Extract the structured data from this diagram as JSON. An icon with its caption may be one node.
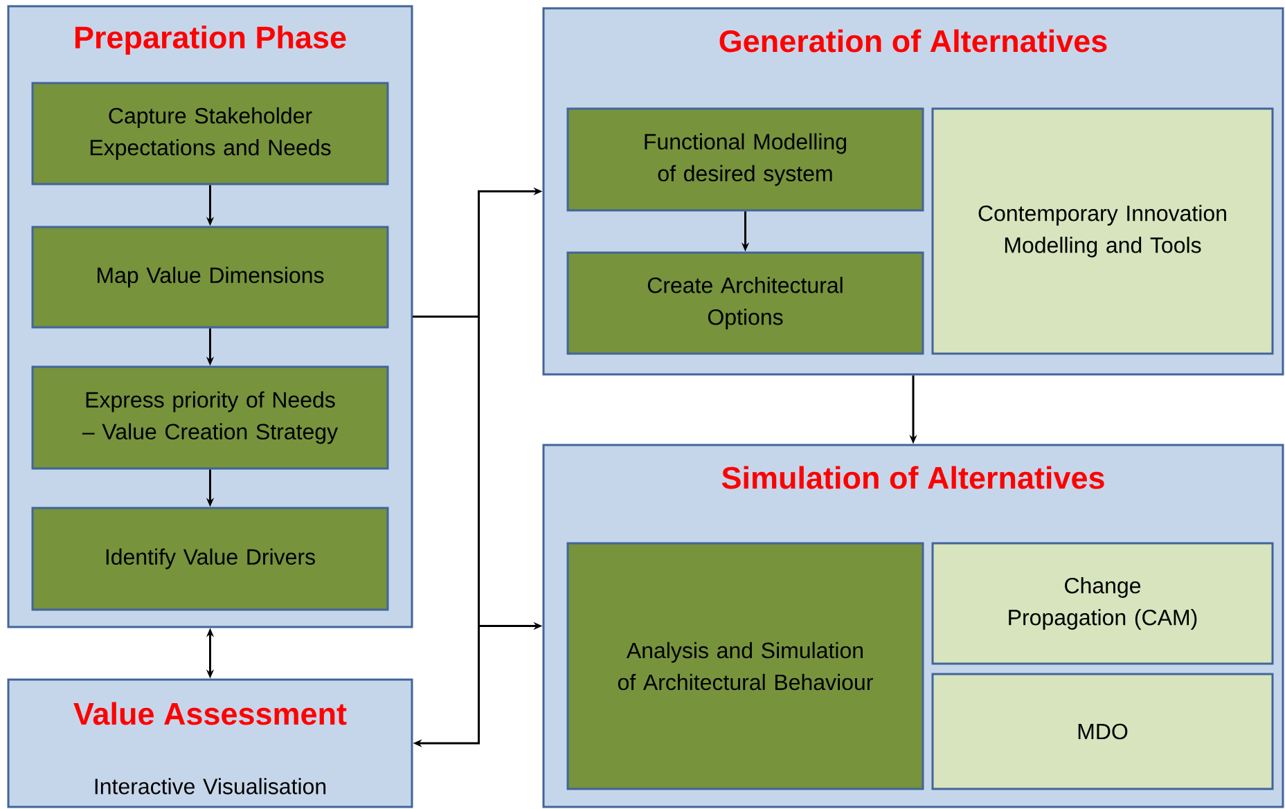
{
  "diagram": {
    "nodes": [
      {
        "text": [
          "Preparation Phase"
        ]
      },
      {
        "text": [
          "Capture Stakeholder Expectations and Needs"
        ],
        "in": 0
      },
      {
        "text": [
          "Map Value Dimensions"
        ],
        "in": 0
      },
      {
        "text": [
          "Express priority of Needs – Value Creation Strategy"
        ],
        "in": 0
      },
      {
        "text": [
          "Identify Value Drivers"
        ],
        "in": 0
      },
      {
        "text": [
          "Value Assessment",
          "Interactive Visualisation"
        ]
      },
      {
        "text": [
          "Generation of Alternatives"
        ]
      },
      {
        "text": [
          "Functional Modelling of desired system"
        ],
        "in": 6
      },
      {
        "text": [
          "Create Architectural Options"
        ],
        "in": 6
      },
      {
        "text": [
          "Contemporary Innovation Modelling and Tools"
        ],
        "in": 6
      },
      {
        "text": [
          "Simulation of Alternatives"
        ]
      },
      {
        "text": [
          "Analysis and Simulation of Architectural Behaviour"
        ],
        "in": 10
      },
      {
        "text": [
          "Change Propagation (CAM)"
        ],
        "in": 10
      },
      {
        "text": [
          "MDO"
        ],
        "in": 10
      }
    ],
    "edges": [
      {
        "from": 1,
        "to": 2,
        "arrow": "to"
      },
      {
        "from": 2,
        "to": 3,
        "arrow": "to"
      },
      {
        "from": 3,
        "to": 4,
        "arrow": "to"
      },
      {
        "from": 0,
        "to": 5,
        "arrow": "both"
      },
      {
        "from": 0,
        "to": 6,
        "arrow": "to"
      },
      {
        "from": 0,
        "to": 10,
        "arrow": "to"
      },
      {
        "from": 0,
        "to": 5,
        "arrow": "to"
      },
      {
        "from": 7,
        "to": 8,
        "arrow": "to"
      },
      {
        "from": 6,
        "to": 10,
        "arrow": "to"
      }
    ]
  }
}
